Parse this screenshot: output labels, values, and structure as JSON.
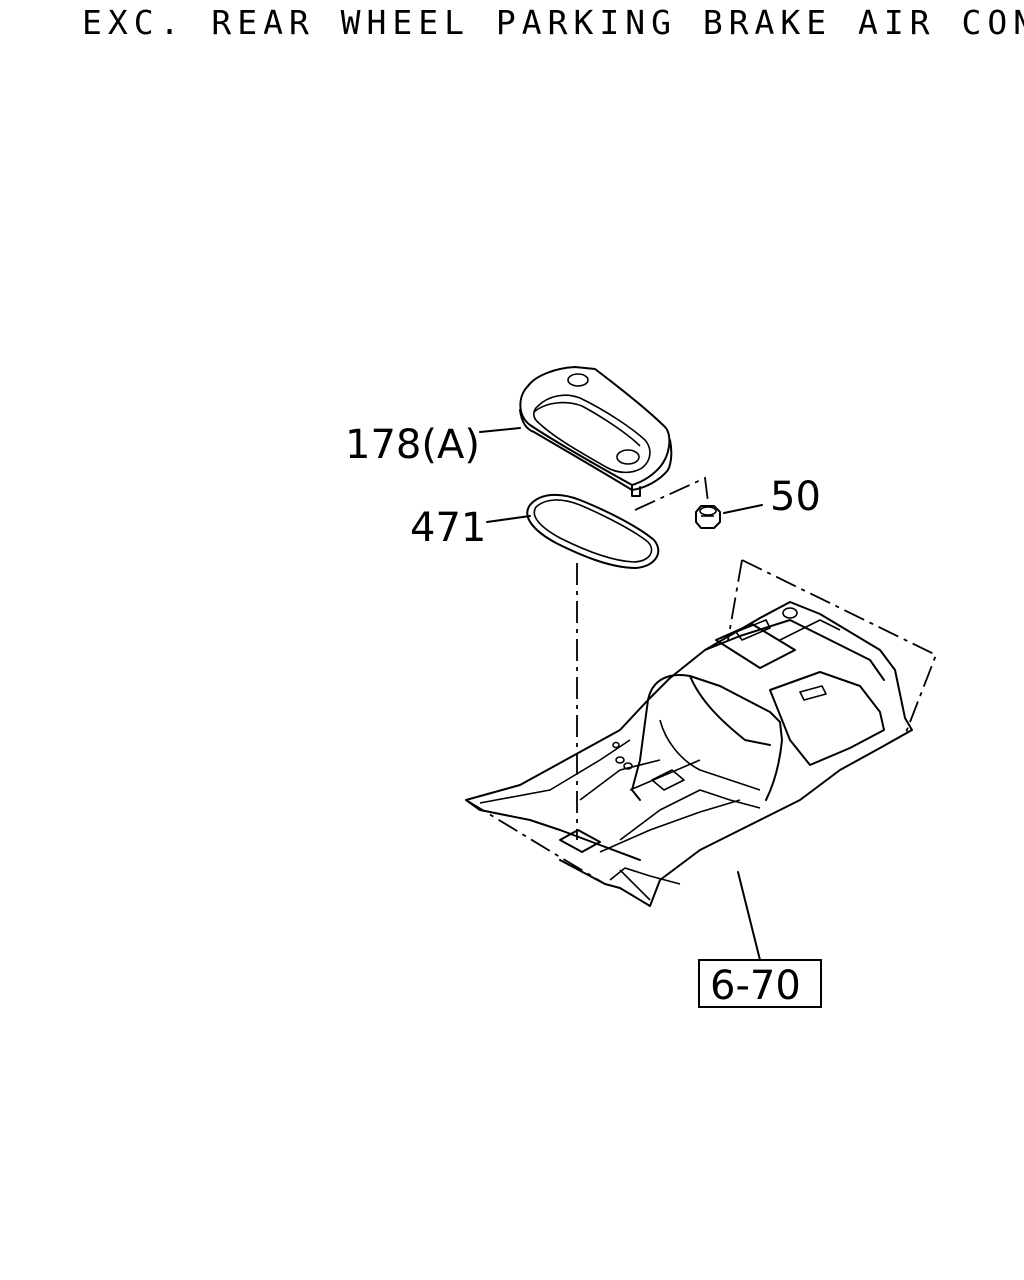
{
  "title": "EXC. REAR WHEEL PARKING BRAKE AIR CONTROL",
  "parts": [
    {
      "ref": "178(A)"
    },
    {
      "ref": "471"
    },
    {
      "ref": "50"
    }
  ],
  "reference_box": "6-70"
}
